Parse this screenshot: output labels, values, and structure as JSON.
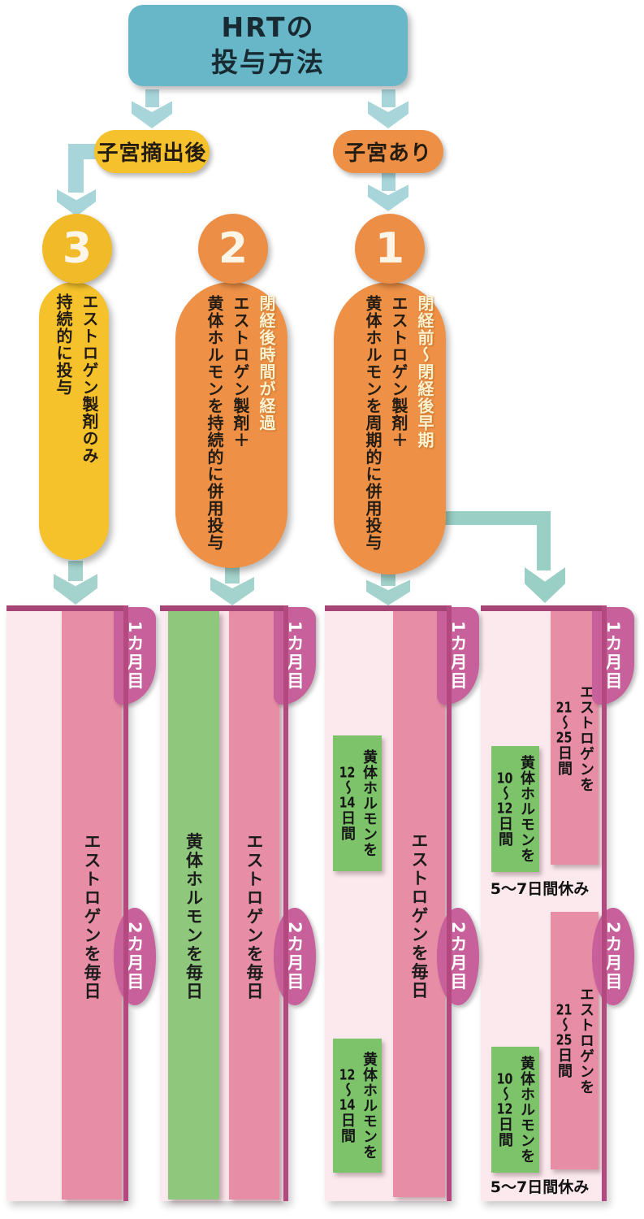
{
  "title": {
    "line1": "HRTの",
    "line2": "投与方法"
  },
  "branches": {
    "hysterectomy": "子宮摘出後",
    "with_uterus": "子宮あり"
  },
  "methods": [
    {
      "number": "1",
      "heading": "閉経前〜閉経後早期",
      "body": "エストロゲン製剤＋\n黄体ホルモンを周期的に併用投与"
    },
    {
      "number": "2",
      "heading": "閉経後時間が経過",
      "body": "エストロゲン製剤＋\n黄体ホルモンを持続的に併用投与"
    },
    {
      "number": "3",
      "body": "エストロゲン製剤のみ\n持続的に投与"
    }
  ],
  "tabs": {
    "month1": "1カ月目",
    "month2": "2カ月目"
  },
  "panels": [
    {
      "method": "3",
      "estrogen_daily": "エストロゲンを毎日"
    },
    {
      "method": "2",
      "luteal_daily": "黄体ホルモンを毎日",
      "estrogen_daily": "エストロゲンを毎日"
    },
    {
      "method": "1",
      "estrogen_daily": "エストロゲンを毎日",
      "luteal_block": {
        "name": "黄体ホルモンを",
        "n1": "12",
        "sep": "〜",
        "n2": "14",
        "unit": "日間"
      }
    },
    {
      "method": "1",
      "estrogen_block": {
        "name": "エストロゲンを",
        "n1": "21",
        "sep": "〜",
        "n2": "25",
        "unit": "日間"
      },
      "luteal_block": {
        "name": "黄体ホルモンを",
        "n1": "10",
        "sep": "〜",
        "n2": "12",
        "unit": "日間"
      },
      "rest_note": "5〜7日間休み"
    }
  ],
  "colors": {
    "header_teal": "#68b7c8",
    "yellow": "#f5c22b",
    "orange": "#ee9147",
    "arrow_teal": "#a7d5da",
    "panel_bg_pink": "#fbe9ee",
    "bar_pink": "#e78da5",
    "bar_green": "#8fc87d",
    "block_green": "#7cc36a",
    "tab_magenta": "#c7609b",
    "edge_magenta": "#a54576"
  }
}
